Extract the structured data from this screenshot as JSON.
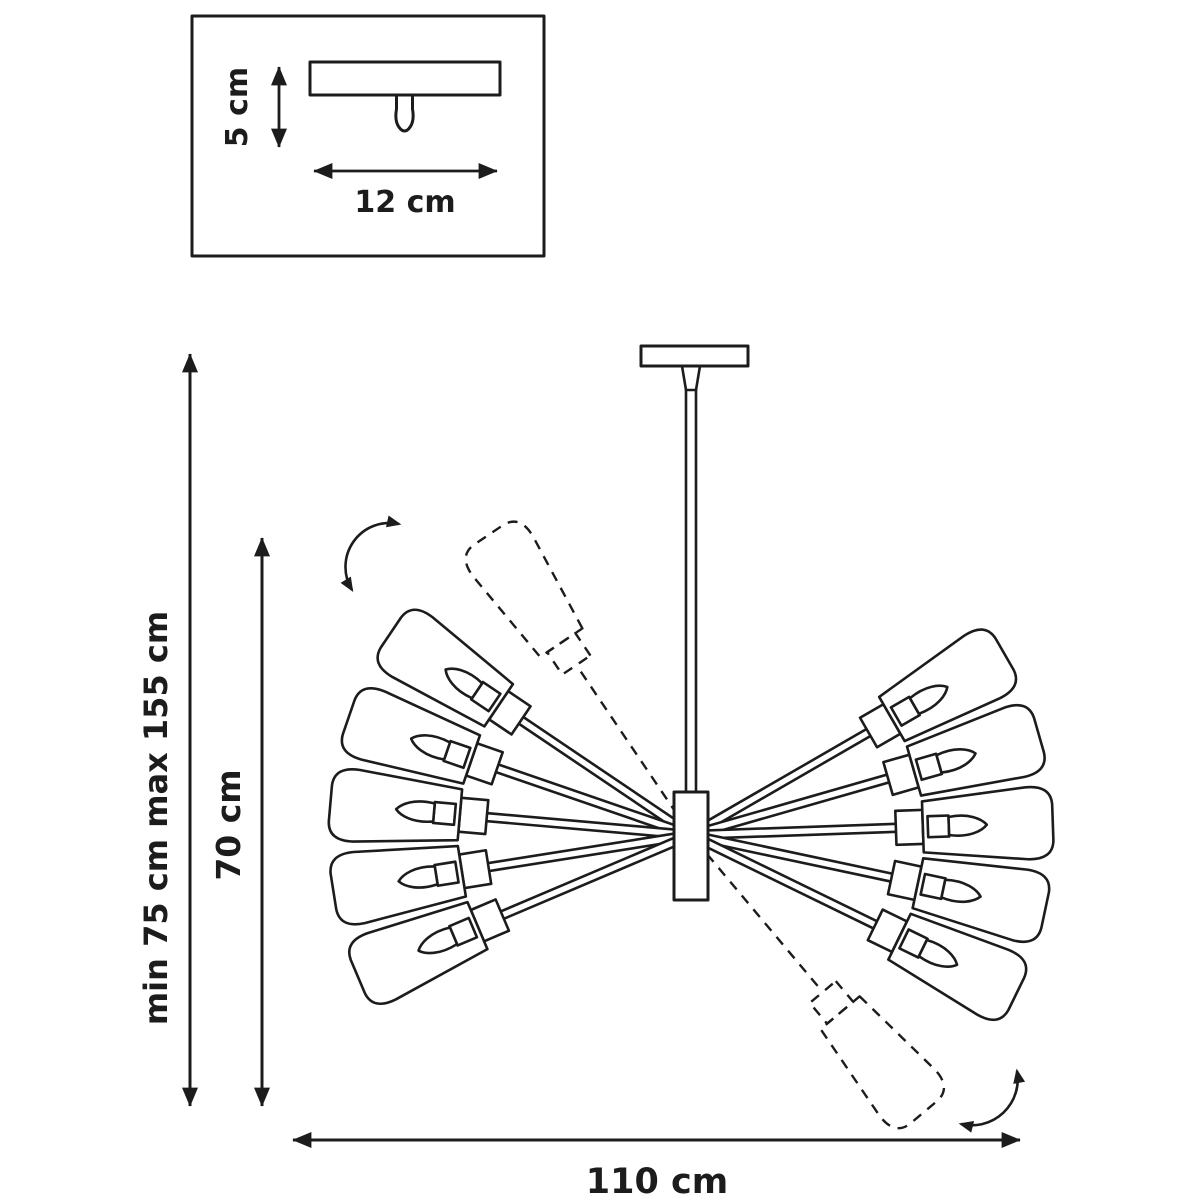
{
  "figure": {
    "type": "technical-dimension-diagram",
    "arm_count": 10,
    "adjustable_ghost_shades": 2
  },
  "labels": {
    "inset_height": "5 cm",
    "inset_width": "12 cm",
    "overall_height": "min 75 cm max 155 cm",
    "fixture_height": "70 cm",
    "fixture_width": "110 cm"
  },
  "colors": {
    "line": "#1c1c1c",
    "background": "#ffffff"
  }
}
